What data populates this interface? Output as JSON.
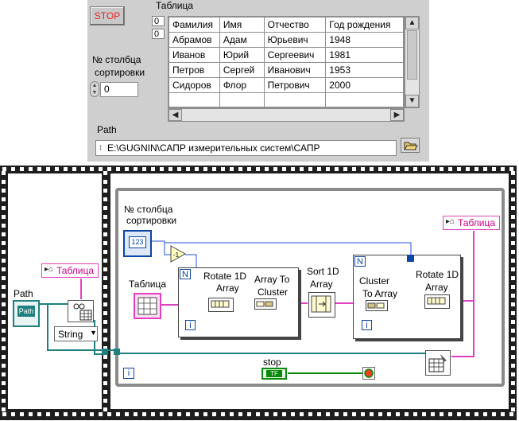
{
  "front_panel": {
    "stop_label": "STOP",
    "table_label": "Таблица",
    "table_index": [
      "0",
      "0"
    ],
    "table_header": [
      "Фамилия",
      "Имя",
      "Отчество",
      "Год рождения"
    ],
    "table_rows": [
      [
        "Абрамов",
        "Адам",
        "Юрьевич",
        "1948"
      ],
      [
        "Иванов",
        "Юрий",
        "Сергеевич",
        "1981"
      ],
      [
        "Петров",
        "Сергей",
        "Иванович",
        "1953"
      ],
      [
        "Сидоров",
        "Флор",
        "Петрович",
        "2000"
      ],
      [
        "",
        "",
        "",
        ""
      ]
    ],
    "sort_column_label_1": "№ столбца",
    "sort_column_label_2": "сортировки",
    "sort_column_value": "0",
    "path_label": "Path",
    "path_value": "E:\\GUGNIN\\САПР измерительных систем\\САПР",
    "icons": {
      "scroll_up": "triangle-up",
      "scroll_down": "triangle-down",
      "scroll_left": "triangle-left",
      "scroll_right": "triangle-right",
      "browse": "folder-icon"
    }
  },
  "block_diagram": {
    "path_label": "Path",
    "path_terminal": "Path",
    "table_local_top": "Таблица",
    "string_selector": "String",
    "sort_col_label_1": "№ столбца",
    "sort_col_label_2": "сортировки",
    "sort_col_terminal": "123",
    "table_local_right": "Таблица",
    "table_terminal_label": "Таблица",
    "loop1_n": "N",
    "loop1_i": "i",
    "rotate1_label_1": "Rotate 1D",
    "rotate1_label_2": "Array",
    "array_to_cluster_1": "Array To",
    "array_to_cluster_2": "Cluster",
    "sort_label_1": "Sort 1D",
    "sort_label_2": "Array",
    "loop2_n": "N",
    "loop2_i": "i",
    "cluster_to_array_1": "Cluster",
    "cluster_to_array_2": "To Array",
    "rotate2_label_1": "Rotate 1D",
    "rotate2_label_2": "Array",
    "while_i": "i",
    "stop_label": "stop",
    "stop_terminal": "TF",
    "colors": {
      "wire_blue": "#2050d8",
      "wire_pink": "#e040c0",
      "wire_teal": "#208080",
      "film": "#1e1e1e",
      "struct_border": "#8a8a8a"
    }
  }
}
